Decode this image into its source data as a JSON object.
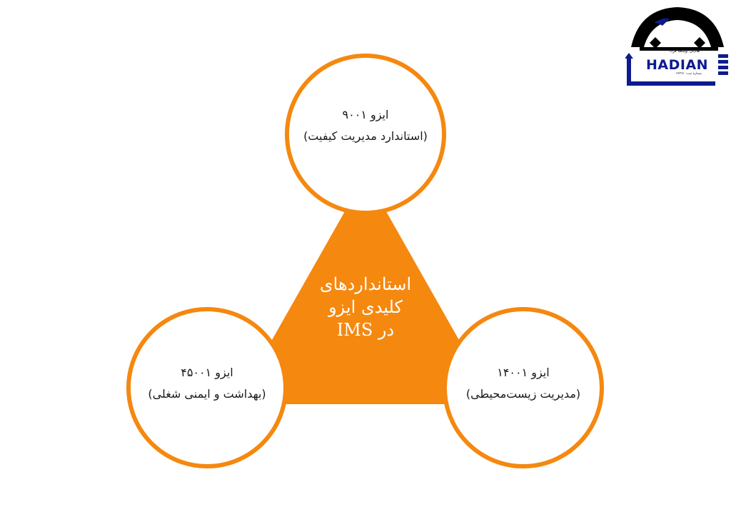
{
  "diagram": {
    "center": {
      "line1": "استانداردهای",
      "line2": "کلیدی ایزو",
      "line3": "در IMS"
    },
    "nodes": [
      {
        "title": "ایزو ۹۰۰۱",
        "subtitle": "(استاندارد مدیریت کیفیت)"
      },
      {
        "title": "ایزو ۴۵۰۰۱",
        "subtitle": "(بهداشت و ایمنی شغلی)"
      },
      {
        "title": "ایزو ۱۴۰۰۱",
        "subtitle": "(مدیریت زیست‌محیطی)"
      }
    ],
    "colors": {
      "accent": "#f5880f",
      "circle_fill": "#ffffff",
      "text": "#1a1a1a",
      "center_text": "#ffffff"
    }
  },
  "logo": {
    "wordmark": "HADIAN",
    "tagline": "هادیان توسعه فردا",
    "registration": "شماره ثبت: ۲۲۳۷۱",
    "colors": {
      "primary": "#0d1b8f",
      "dark": "#000000"
    }
  }
}
